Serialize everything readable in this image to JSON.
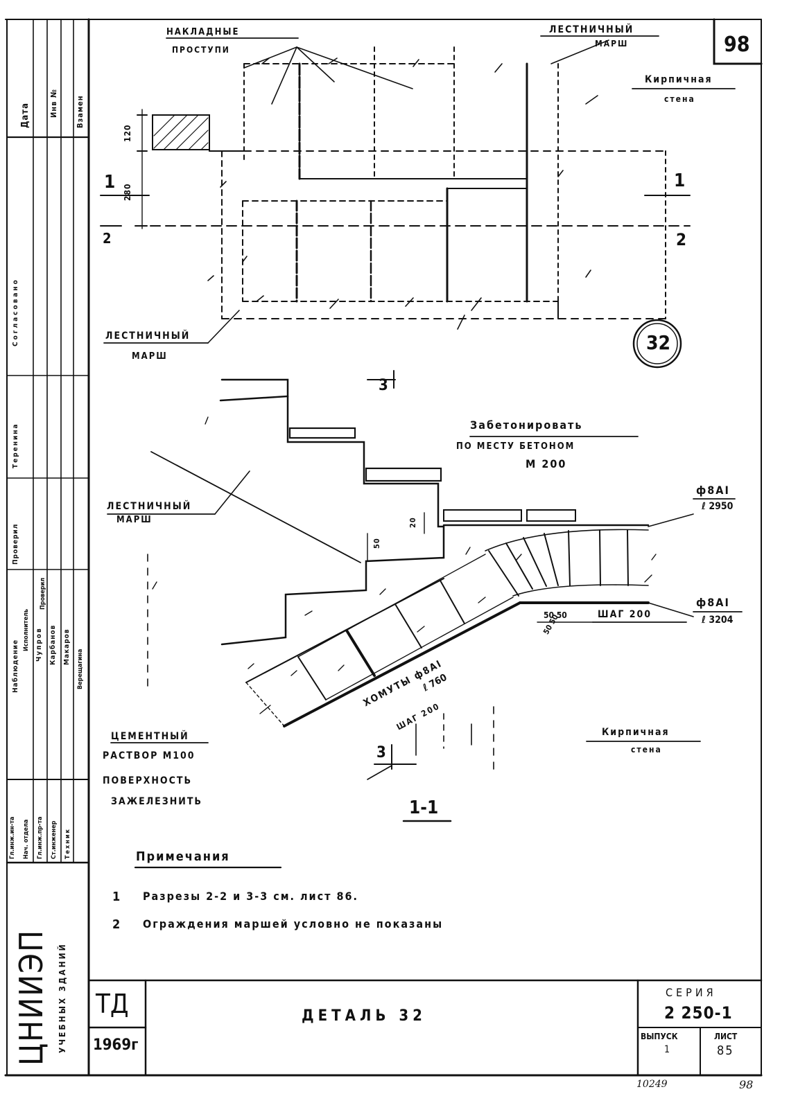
{
  "sheet_number_top": "98",
  "detail_number": "32",
  "plan": {
    "label_overlay_treads": [
      "НАКЛАДНЫЕ",
      "ПРОСТУПИ"
    ],
    "label_stair_flight_top": [
      "ЛЕСТНИЧНЫЙ",
      "МАРШ"
    ],
    "label_brick_wall": [
      "Кирпичная",
      "стена"
    ],
    "label_stair_flight_left": [
      "ЛЕСТНИЧНЫЙ",
      "МАРШ"
    ],
    "dim_120": "120",
    "dim_280": "280",
    "cut_1_left": "1",
    "cut_2_left": "2",
    "cut_1_right": "1",
    "cut_2_right": "2",
    "cut_3_top": "3"
  },
  "section": {
    "label_concrete": [
      "Забетонировать",
      "ПО МЕСТУ  БЕТОНОМ",
      "М 200"
    ],
    "label_stair_flight": [
      "ЛЕСТНИЧНЫЙ",
      "МАРШ"
    ],
    "rebar_top": [
      "ф8АI",
      "ℓ 2950"
    ],
    "rebar_bottom": [
      "ф8АI",
      "ℓ 3204"
    ],
    "dim_20": "20",
    "dim_50": "50",
    "dim_50_50_a": "50 50",
    "dim_50_50_b": "50 50",
    "step_label": "ШАГ 200",
    "stirrups": [
      "ХОМУТЫ ф8АI",
      "ℓ 760",
      "ШАГ 200"
    ],
    "label_cement": [
      "ЦЕМЕНТНЫЙ",
      "РАСТВОР  М100",
      "ПОВЕРХНОСТЬ",
      "ЗАЖЕЛЕЗНИТЬ"
    ],
    "label_brick_wall": [
      "Кирпичная",
      "стена"
    ],
    "cut_3_bottom": "3",
    "section_title": "1-1"
  },
  "notes": {
    "heading": "Примечания",
    "items": [
      {
        "num": "1",
        "text": "Разрезы  2-2  и  3-3  см.  лист 86."
      },
      {
        "num": "2",
        "text": "Ограждения  маршей  условно  не  показаны"
      }
    ]
  },
  "title_block": {
    "org": "ТД",
    "year": "1969г",
    "title": "ДЕТАЛЬ 32",
    "series_label": "СЕРИЯ",
    "series_value": "2 250-1",
    "issue_label": "ВЫПУСК",
    "issue_value": "1",
    "sheet_label": "ЛИСТ",
    "sheet_value": "85",
    "footer_left": "10249",
    "footer_right": "98"
  },
  "side_stamp": {
    "institute": "ЦНИИЭП",
    "institute_sub": "УЧЕБНЫХ  ЗДАНИЙ",
    "header_cols": [
      "Дата",
      "Инв №",
      "Взамен"
    ],
    "approval_cols": [
      "Согласовано",
      "Теренина",
      "Проверил",
      "Наблюдение"
    ],
    "roles": [
      "Гл.инж.ин-та",
      "Нач. отдела",
      "Гл.инж.пр-та",
      "Ст.инженер",
      "Техник"
    ],
    "names": [
      "Чупров",
      "Карбанов",
      "Макаров",
      "Верещагина"
    ],
    "col_heads": [
      "Исполнитель",
      "Проверил"
    ]
  }
}
